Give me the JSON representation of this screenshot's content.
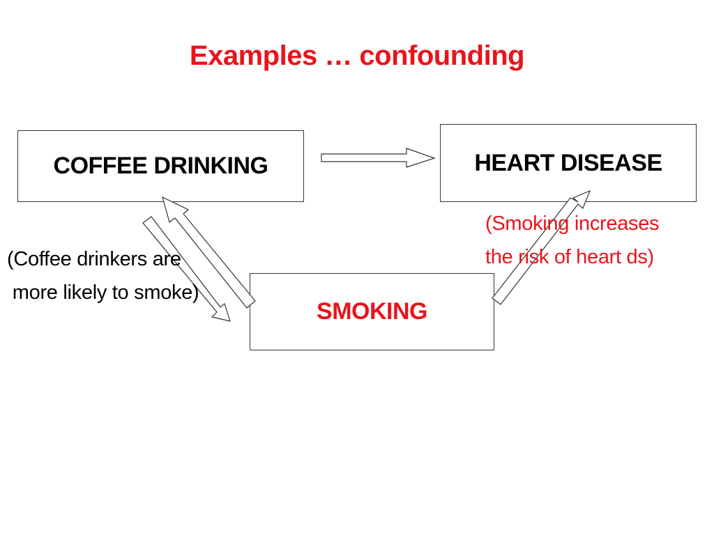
{
  "title": "Examples … confounding",
  "nodes": {
    "coffee": "COFFEE DRINKING",
    "heart": "HEART DISEASE",
    "smoking": "SMOKING"
  },
  "notes": {
    "coffee_smoke_line1": "(Coffee drinkers are",
    "coffee_smoke_line2": " more likely to smoke)",
    "smoke_heart_line1": "(Smoking increases",
    "smoke_heart_line2": "the risk of heart ds)"
  },
  "colors": {
    "title": "#e8141b",
    "accent": "#e8141b",
    "text": "#000000",
    "border": "#333333"
  }
}
